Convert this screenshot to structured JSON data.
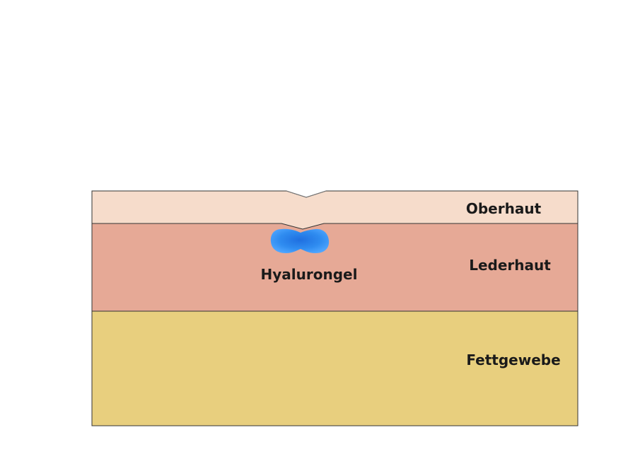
{
  "layers": {
    "epidermis": {
      "label": "Oberhaut",
      "color": "#f6dccb"
    },
    "dermis": {
      "label": "Lederhaut",
      "color": "#e6a996"
    },
    "fat": {
      "label": "Fettgewebe",
      "color": "#e8cf7e"
    }
  },
  "gel": {
    "label": "Hyalurongel",
    "color": "#2f8cf0"
  },
  "outline_color": "#333333"
}
